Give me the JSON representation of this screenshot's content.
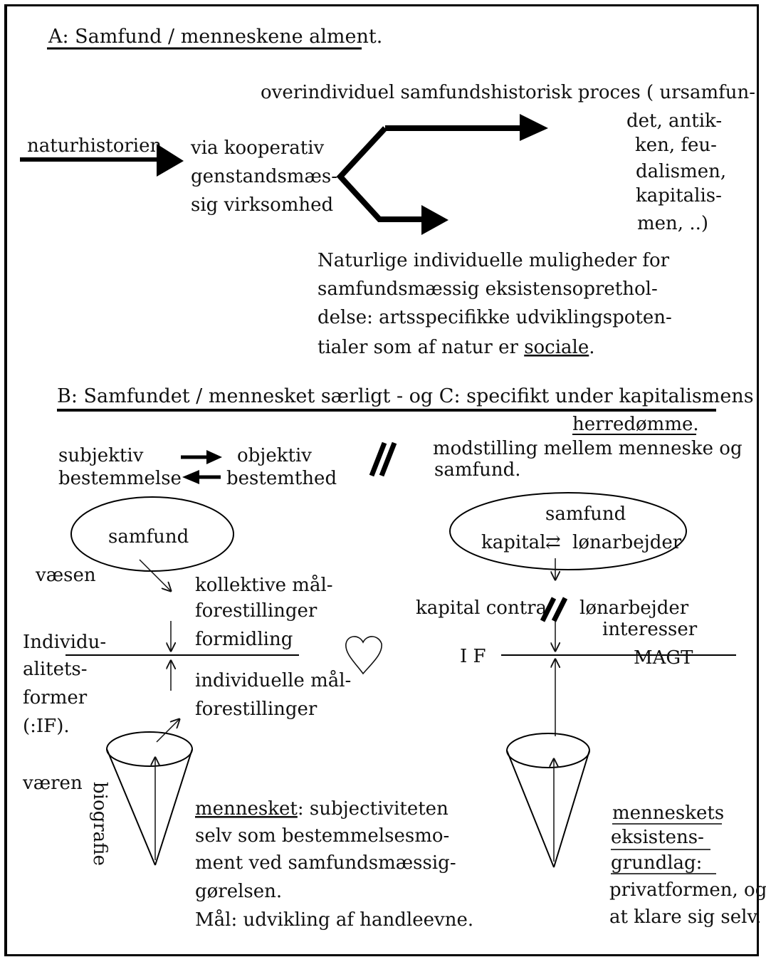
{
  "section_a": {
    "heading": "A: Samfund / menneskene alment.",
    "process": [
      "overindividuel samfundshistorisk proces ( ursamfun-",
      "det, antik-",
      "ken, feu-",
      "dalismen,",
      "kapitalis-",
      "men, ..)"
    ],
    "naturhistorien": "naturhistorien",
    "activity": [
      "via kooperativ",
      "genstandsmæs-",
      "sig virksomhed"
    ],
    "natural_lines": [
      "Naturlige individuelle muligheder for",
      "samfundsmæssig eksistensoprethol-",
      "delse: artsspecifikke udviklingspoten-"
    ],
    "natural_last_prefix": "tialer som af natur er ",
    "natural_last_underlined": "sociale",
    "natural_last_suffix": "."
  },
  "section_b": {
    "heading": "B: Samfundet / mennesket særligt  - og C: specifikt  under kapitalismens",
    "heading_cont": "herredømme.",
    "subjective": [
      "subjektiv",
      "bestemmelse"
    ],
    "objective": [
      "objektiv",
      "bestemthed"
    ],
    "double_slash": "//",
    "opposition": [
      "modstilling mellem menneske og",
      "samfund."
    ],
    "left": {
      "ellipse_label": "samfund",
      "vaesen": "væsen",
      "collective": [
        "kollektive mål-",
        "forestillinger"
      ],
      "formidling": "formidling",
      "individuality": [
        "Individu-",
        "alitets-",
        "former",
        "(:IF)."
      ],
      "individual": [
        "individuelle mål-",
        "forestillinger"
      ],
      "vaeren": "væren",
      "biografie": "biografie",
      "mennesket_label": "mennesket",
      "mennesket_rest": ": subjectiviteten",
      "description": [
        "selv som bestemmelsesmo-",
        "ment ved samfundsmæssig-",
        "gørelsen.",
        "Mål: udvikling af handleevne."
      ]
    },
    "right": {
      "ellipse_title": "samfund",
      "kapital": "kapital",
      "exchange_symbol": "⇄",
      "lonarbejder": "lønarbejder",
      "contra_left": "kapital contra",
      "contra_right": "lønarbejder",
      "interesser": "interesser",
      "if_label": "I F",
      "magt": "MAGT",
      "basis": [
        "menneskets",
        "eksistens-",
        "grundlag:"
      ],
      "basis_text": [
        "privatformen, og",
        "at klare sig selv."
      ]
    }
  }
}
